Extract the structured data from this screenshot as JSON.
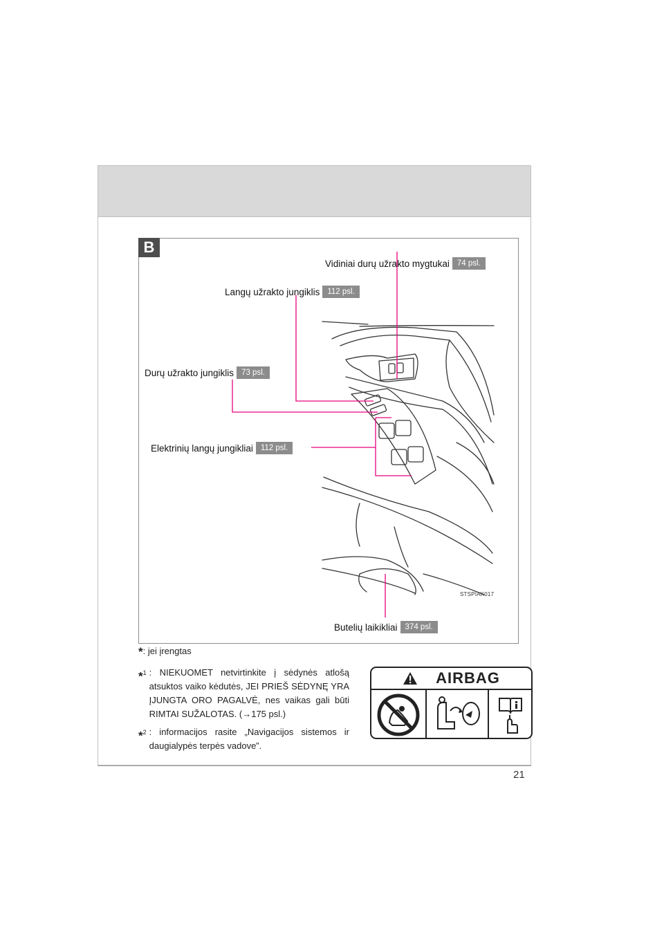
{
  "figure": {
    "badge": "B",
    "code": "STSPIAK017",
    "callouts": [
      {
        "label": "Vidiniai durų užrakto mygtukai",
        "page": "74 psl."
      },
      {
        "label": "Langų užrakto jungiklis",
        "page": "112 psl."
      },
      {
        "label": "Durų užrakto jungiklis",
        "page": "73 psl."
      },
      {
        "label": "Elektrinių langų jungikliai",
        "page": "112 psl."
      },
      {
        "label": "Butelių laikikliai",
        "page": "374 psl."
      }
    ]
  },
  "notes": {
    "star_text": ": jei įrengtas",
    "note1_sup": "1",
    "note1_text": ": NIEKUOMET netvirtinkite į sėdynės atlošą atsuktos vaiko kėdutės, JEI PRIEŠ SĖDYNĘ YRA ĮJUNGTA ORO PAGALVĖ, nes vaikas gali būti RIMTAI SUŽALOTAS. (→175 psl.)",
    "note2_sup": "2",
    "note2_text": ": informacijos rasite „Navigacijos sistemos ir daugialypės terpės vadove”."
  },
  "airbag_label": {
    "title": "AIRBAG",
    "icons": [
      "warning-triangle-icon",
      "no-rear-facing-child-seat-icon",
      "airbag-deploy-icon",
      "read-manual-icon"
    ]
  },
  "page_number": "21",
  "colors": {
    "leader": "#e6007e",
    "tag": "#8c8c8c",
    "header_band": "#d9d9d9"
  }
}
